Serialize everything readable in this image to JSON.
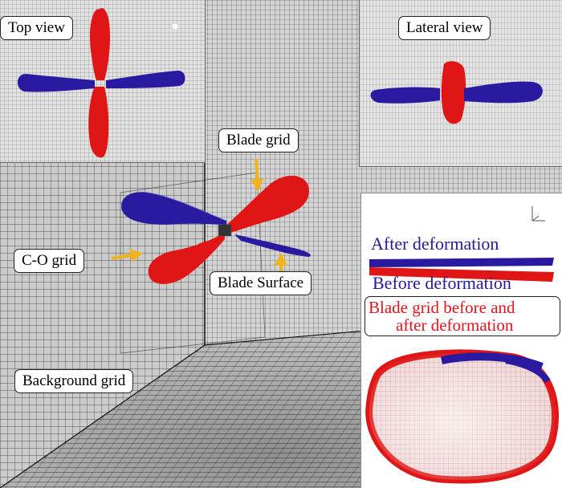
{
  "labels": {
    "top_view": "Top view",
    "lateral_view": "Lateral view",
    "blade_grid": "Blade grid",
    "co_grid": "C-O grid",
    "blade_surface": "Blade Surface",
    "background_grid": "Background grid"
  },
  "deformation_panel": {
    "after": "After deformation",
    "before": "Before deformation",
    "caption_line1": "Blade grid before and",
    "caption_line2": "after deformation"
  },
  "colors": {
    "blade_red": "#e01515",
    "blade_blue": "#2a1aa0",
    "arrow": "#f2b21c",
    "grid_line": "#2b2b2b",
    "caption_text": "#e0161c",
    "after_text": "#26199a"
  },
  "icons": {
    "axis_triad": "axis-triad-icon"
  }
}
